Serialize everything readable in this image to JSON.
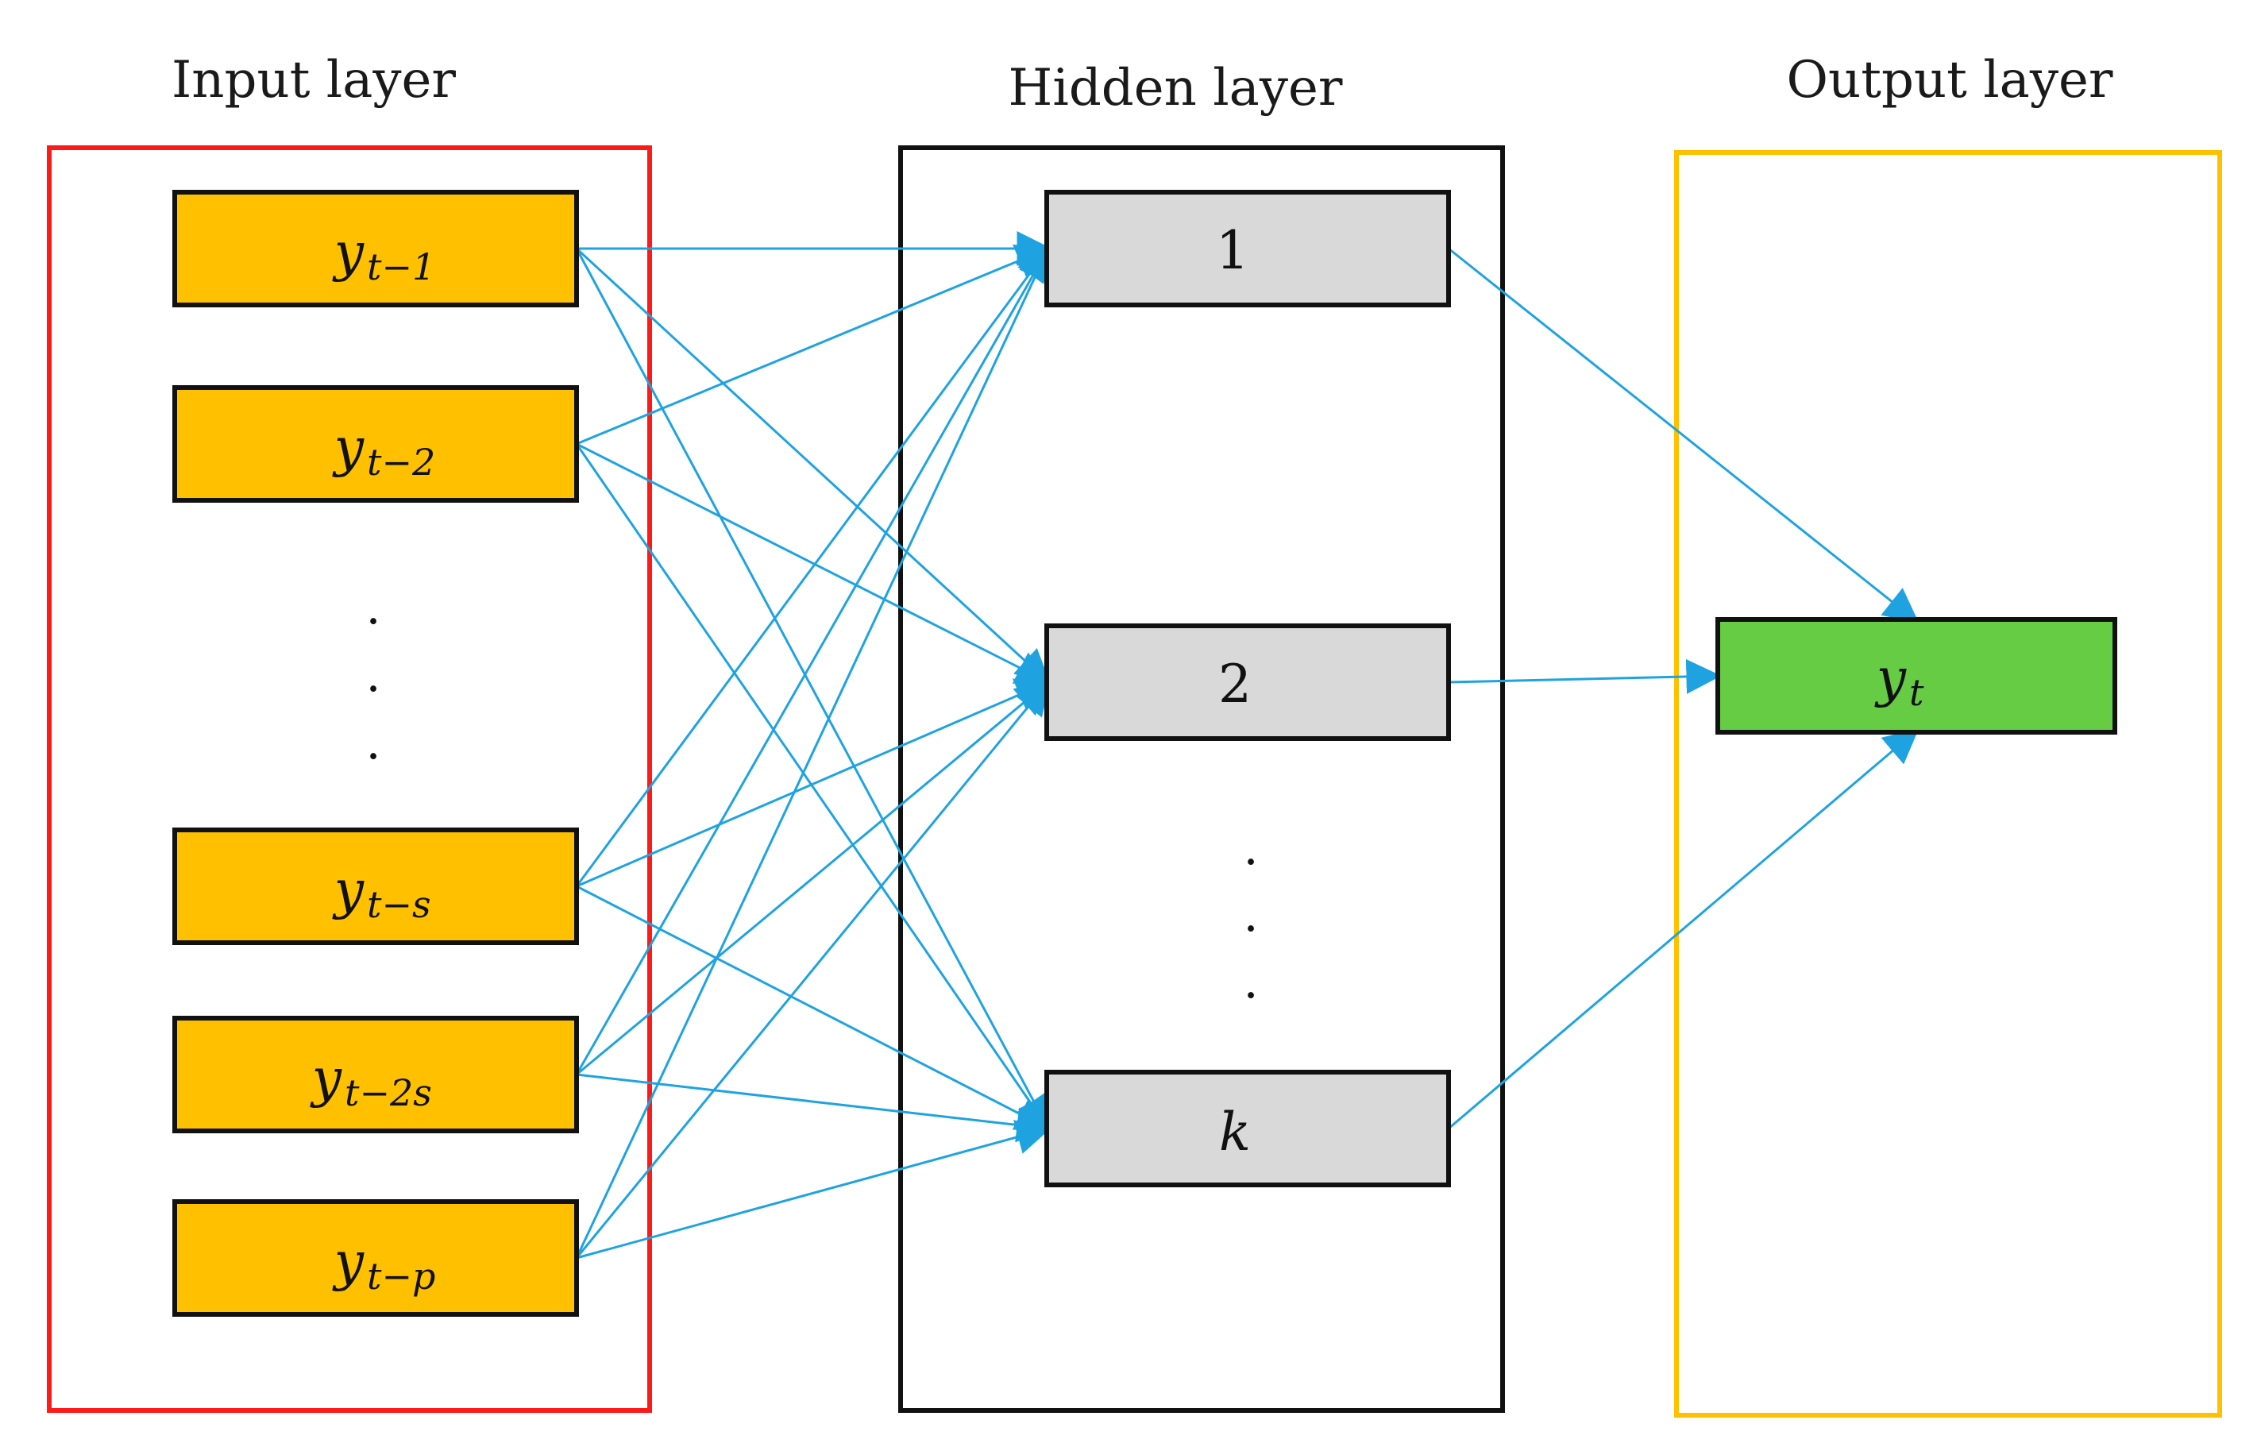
{
  "layers": {
    "input": {
      "title": "Input layer",
      "border_color": "#ff1a1a"
    },
    "hidden": {
      "title": "Hidden layer",
      "border_color": "#111111"
    },
    "output": {
      "title": "Output layer",
      "border_color": "#ffc000"
    }
  },
  "nodes": {
    "input": [
      {
        "base": "y",
        "sub": "t−1"
      },
      {
        "base": "y",
        "sub": "t−2"
      },
      {
        "base": "y",
        "sub": "t−s"
      },
      {
        "base": "y",
        "sub": "t−2s"
      },
      {
        "base": "y",
        "sub": "t−p"
      }
    ],
    "hidden": [
      {
        "label": "1"
      },
      {
        "label": "2"
      },
      {
        "label": "k"
      }
    ],
    "output": {
      "base": "y",
      "sub": "t"
    }
  },
  "ellipsis": ".",
  "colors": {
    "input_fill": "#ffc000",
    "hidden_fill": "#d9d9d9",
    "output_fill": "#66cc44",
    "edge": "#1fa3e0",
    "node_border": "#111111"
  }
}
